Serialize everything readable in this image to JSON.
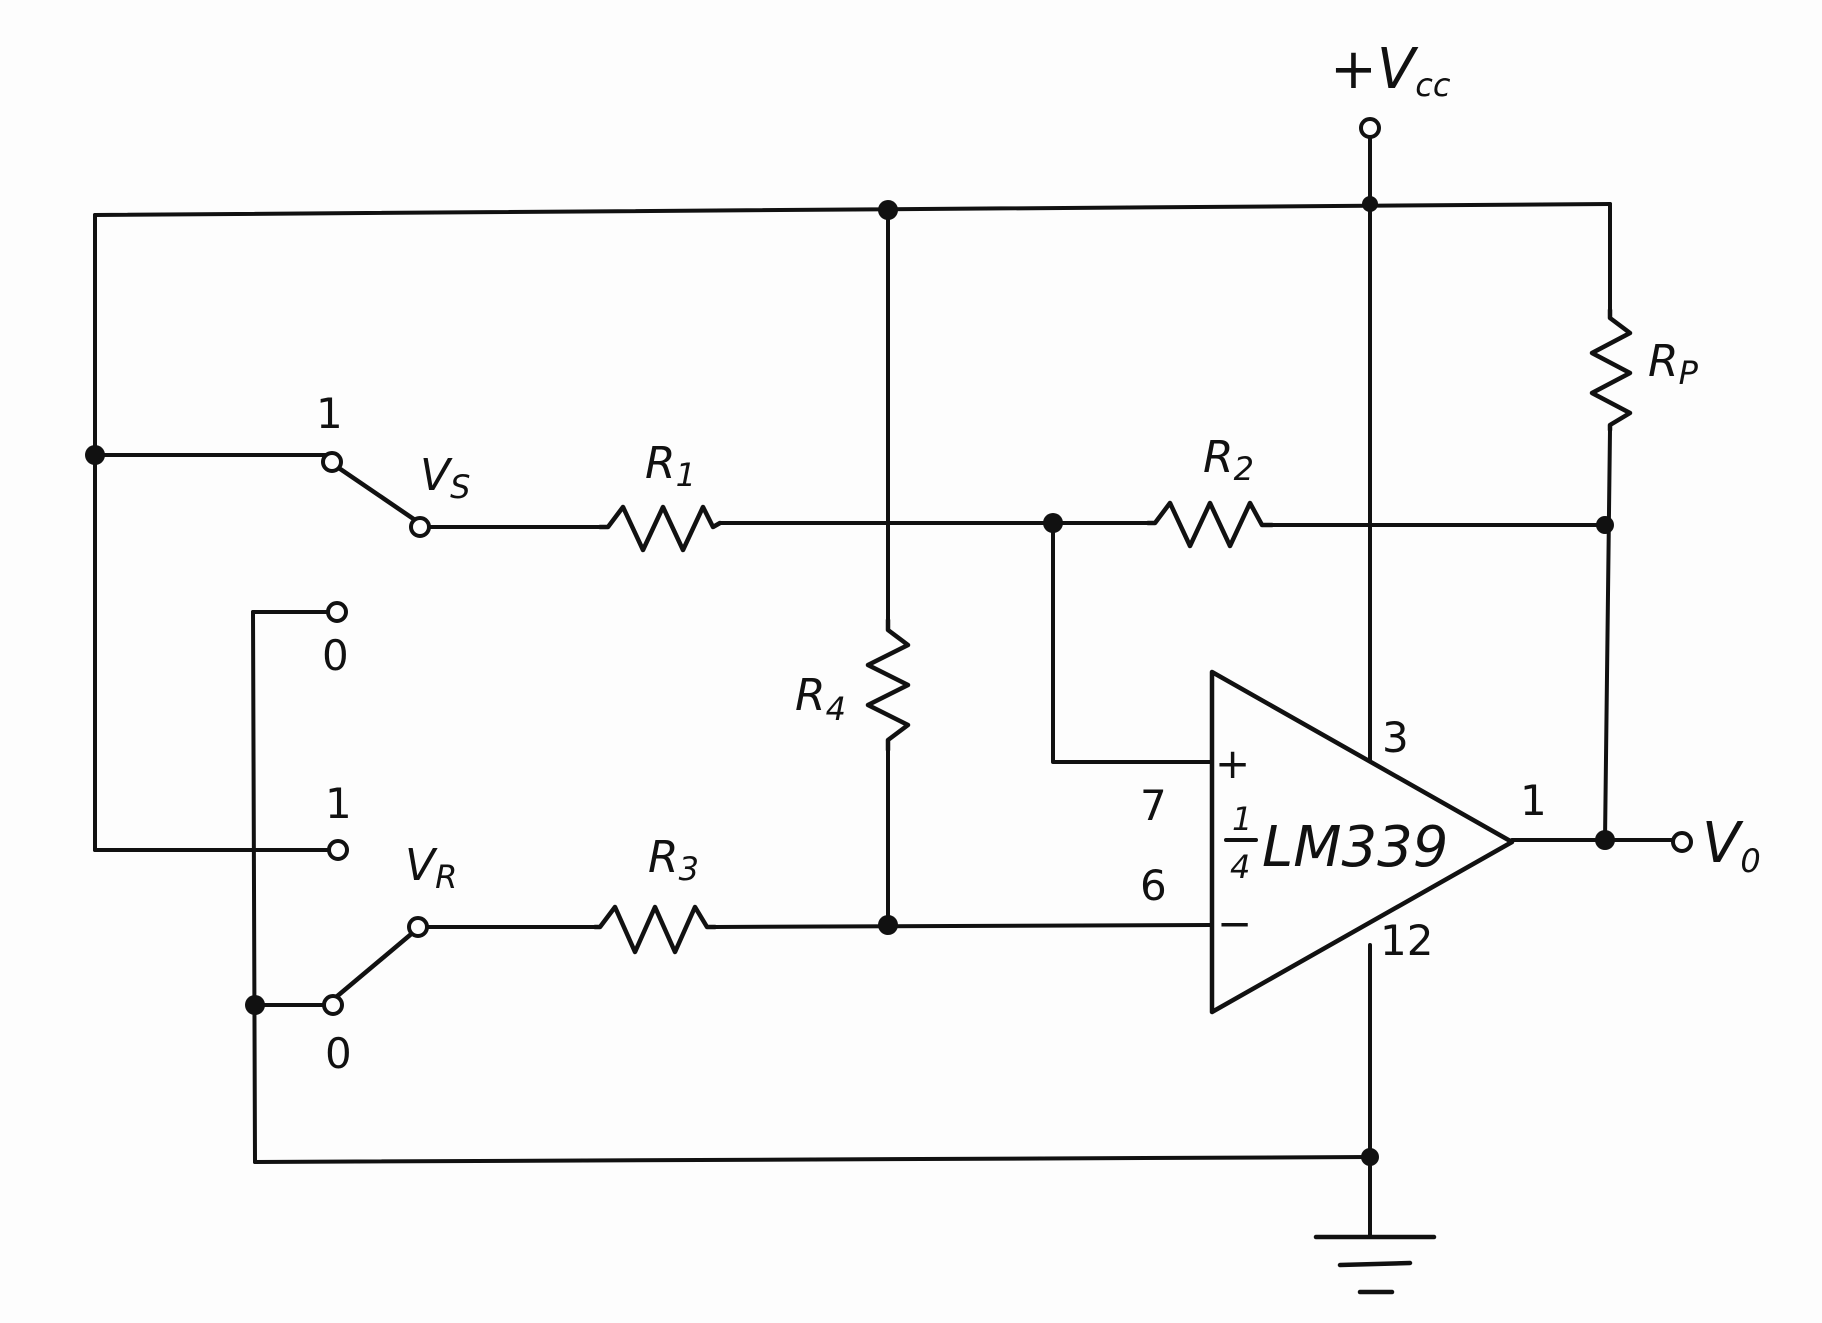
{
  "supply": {
    "label": "+V",
    "sub": "cc"
  },
  "output": {
    "label": "V",
    "sub": "0"
  },
  "resistors": {
    "r1": {
      "label": "R",
      "sub": "1"
    },
    "r2": {
      "label": "R",
      "sub": "2"
    },
    "r3": {
      "label": "R",
      "sub": "3"
    },
    "r4": {
      "label": "R",
      "sub": "4"
    },
    "rp": {
      "label": "R",
      "sub": "P"
    }
  },
  "switches": {
    "vs": {
      "label": "V",
      "sub": "S",
      "pos1": "1",
      "pos0": "0"
    },
    "vr": {
      "label": "V",
      "sub": "R",
      "pos1": "1",
      "pos0": "0"
    }
  },
  "comparator": {
    "fraction_num": "1",
    "fraction_den": "4",
    "part": "LM339",
    "plus": "+",
    "minus": "−",
    "pins": {
      "vcc": "3",
      "noninv": "7",
      "inv": "6",
      "out": "1",
      "gnd": "12"
    }
  }
}
